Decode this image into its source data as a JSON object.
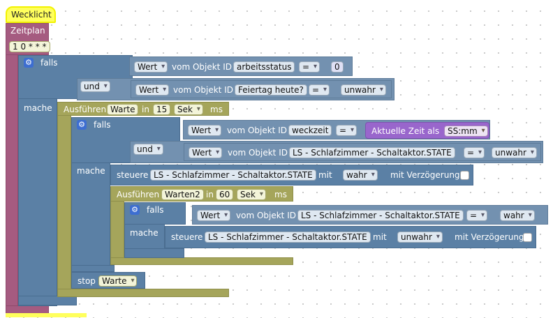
{
  "trigger": {
    "title": "Wecklicht"
  },
  "schedule": {
    "label": "Zeitplan",
    "cron": "1 0 * * *"
  },
  "if1": {
    "falls": "falls",
    "mache": "mache",
    "cond1": {
      "wert": "Wert",
      "vom": "vom Objekt ID",
      "obj": "arbeitsstatus",
      "op": "=",
      "value": "0"
    },
    "and_op": "und",
    "cond2": {
      "wert": "Wert",
      "vom": "vom Objekt ID",
      "obj": "Feiertag heute?",
      "op": "=",
      "value": "unwahr"
    }
  },
  "timeout1": {
    "prefix": "Ausführen",
    "name": "Warte",
    "in": "in",
    "delay": "15",
    "unit": "Sek",
    "ms": "ms"
  },
  "if2": {
    "falls": "falls",
    "mache": "mache",
    "cond1": {
      "wert": "Wert",
      "vom": "vom Objekt ID",
      "obj": "weckzeit",
      "op": "=",
      "time_label": "Aktuelle Zeit als",
      "time_format": "SS:mm"
    },
    "and_op": "und",
    "cond2": {
      "wert": "Wert",
      "vom": "vom Objekt ID",
      "obj": "LS - Schlafzimmer - Schaltaktor.STATE",
      "op": "=",
      "value": "unwahr"
    }
  },
  "control1": {
    "prefix": "steuere",
    "obj": "LS - Schlafzimmer - Schaltaktor.STATE",
    "mit": "mit",
    "value": "wahr",
    "delay": "mit Verzögerung"
  },
  "timeout2": {
    "prefix": "Ausführen",
    "name": "Warten2",
    "in": "in",
    "delay": "60",
    "unit": "Sek",
    "ms": "ms"
  },
  "if3": {
    "falls": "falls",
    "mache": "mache",
    "cond1": {
      "wert": "Wert",
      "vom": "vom Objekt ID",
      "obj": "LS - Schlafzimmer - Schaltaktor.STATE",
      "op": "=",
      "value": "wahr"
    }
  },
  "control2": {
    "prefix": "steuere",
    "obj": "LS - Schlafzimmer - Schaltaktor.STATE",
    "mit": "mit",
    "value": "unwahr",
    "delay": "mit Verzögerung"
  },
  "stop": {
    "label": "stop",
    "name": "Warte"
  },
  "colors": {
    "logic": "#5b80a5",
    "timeout": "#a5a55b",
    "schedule": "#a55b80",
    "time": "#9966cc",
    "trigger": "#ffff00"
  }
}
